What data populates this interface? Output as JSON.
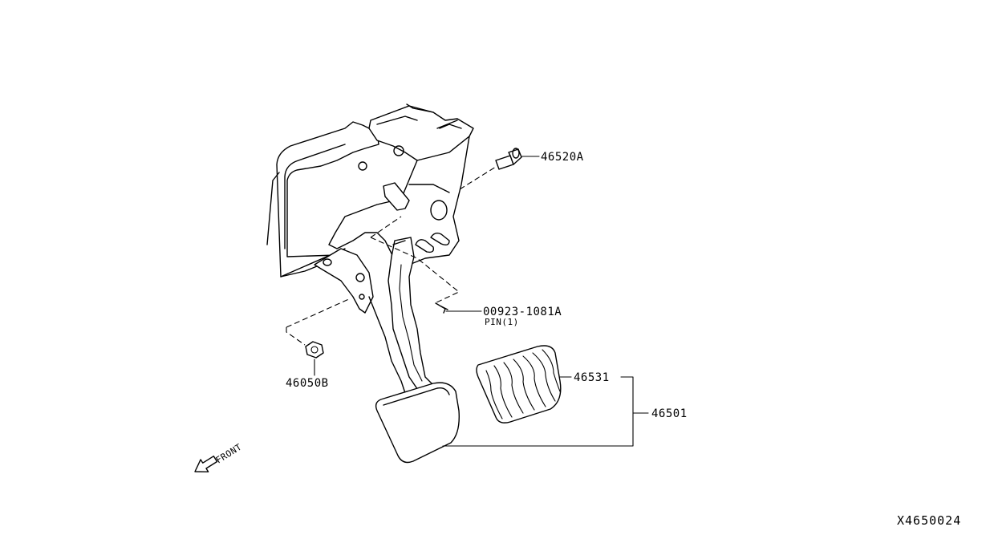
{
  "diagram": {
    "parts": [
      {
        "id": "p46520A",
        "label": "46520A"
      },
      {
        "id": "p00923",
        "label": "00923-1081A",
        "sublabel": "PIN(1)"
      },
      {
        "id": "p46050B",
        "label": "46050B"
      },
      {
        "id": "p46531",
        "label": "46531"
      },
      {
        "id": "p46501",
        "label": "46501"
      }
    ],
    "front_marker": "FRONT",
    "drawing_code": "X4650024"
  }
}
